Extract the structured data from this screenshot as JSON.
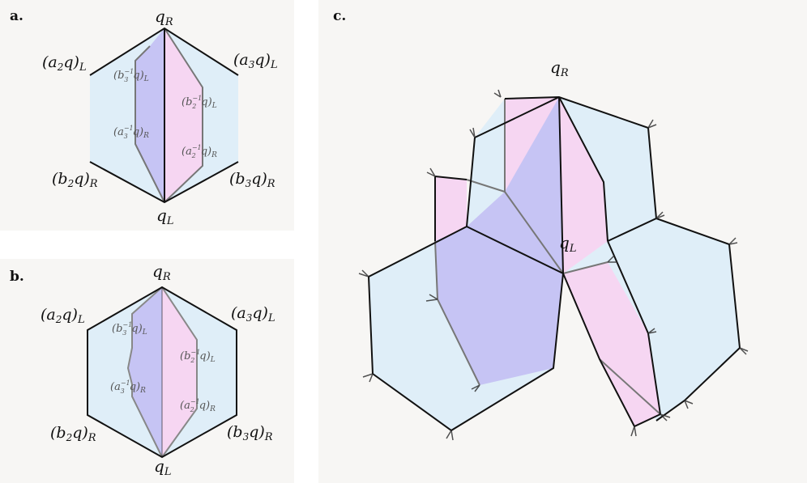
{
  "panels": {
    "a": {
      "label": "a."
    },
    "b": {
      "label": "b."
    },
    "c": {
      "label": "c."
    }
  },
  "labels": {
    "qR": "q_R",
    "qL": "q_L",
    "a2qL": "(a_2q)_L",
    "a3qL": "(a_3q)_L",
    "b2qR": "(b_2q)_R",
    "b3qR": "(b_3q)_R",
    "b3inv_qL": "(b_3^{-1}q)_L",
    "a3inv_qR": "(a_3^{-1}q)_R",
    "b2inv_qL": "(b_2^{-1}q)_L",
    "a2inv_qR": "(a_2^{-1}q)_R"
  },
  "colors": {
    "panel_bg": "#f7f6f4",
    "hex_fill": "#dfeef8",
    "blue_region": "#c6c4f4",
    "pink_region": "#f6d6f2",
    "outline": "#111111",
    "inner_line": "#777777"
  }
}
